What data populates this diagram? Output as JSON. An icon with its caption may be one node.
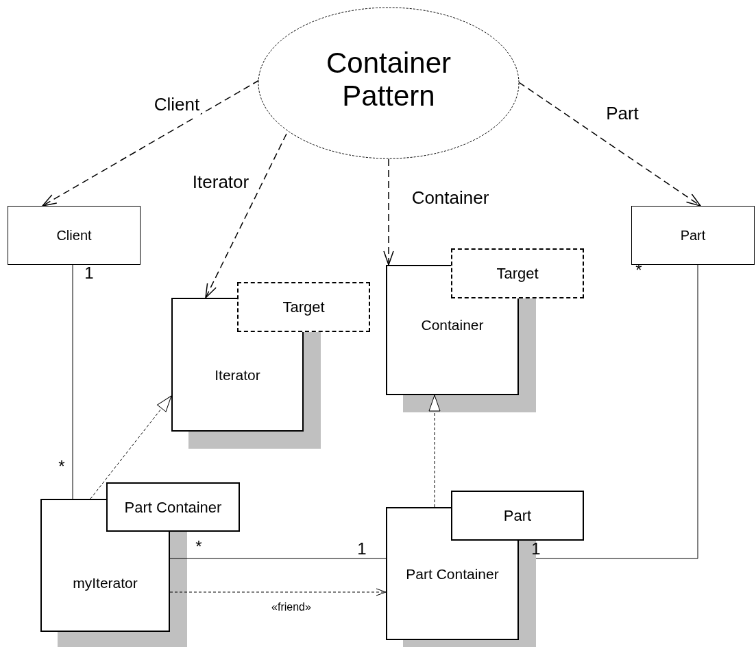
{
  "diagram": {
    "nodes": [
      {
        "text": [
          "Container Pattern"
        ]
      },
      {
        "text": [
          "Client"
        ]
      },
      {
        "text": [
          "Part"
        ]
      },
      {
        "text": [
          "Iterator"
        ]
      },
      {
        "text": [
          "Target"
        ]
      },
      {
        "text": [
          "Container"
        ]
      },
      {
        "text": [
          "Target"
        ]
      },
      {
        "text": [
          "myIterator"
        ]
      },
      {
        "text": [
          "Part Container"
        ]
      },
      {
        "text": [
          "Part Container"
        ]
      },
      {
        "text": [
          "Part"
        ]
      }
    ],
    "edges": [
      {
        "from": 0,
        "to": 1,
        "arrow": "to",
        "label": "Client",
        "style": "dashed"
      },
      {
        "from": 0,
        "to": 3,
        "arrow": "to",
        "label": "Iterator",
        "style": "dashed"
      },
      {
        "from": 0,
        "to": 5,
        "arrow": "to",
        "label": "Container",
        "style": "dashed"
      },
      {
        "from": 0,
        "to": 2,
        "arrow": "to",
        "label": "Part",
        "style": "dashed"
      },
      {
        "from": 1,
        "to": 7,
        "arrow": "none"
      },
      {
        "from": 7,
        "to": 3,
        "arrow": "to",
        "style": "dashed"
      },
      {
        "from": 9,
        "to": 5,
        "arrow": "to",
        "style": "dashed"
      },
      {
        "from": 7,
        "to": 9,
        "arrow": "none"
      },
      {
        "from": 9,
        "to": 2,
        "arrow": "none"
      },
      {
        "from": 7,
        "to": 9,
        "arrow": "to",
        "label": "«friend»",
        "style": "dashed"
      }
    ],
    "labels": [
      "1",
      "*",
      "*",
      "*",
      "1",
      "1"
    ]
  }
}
